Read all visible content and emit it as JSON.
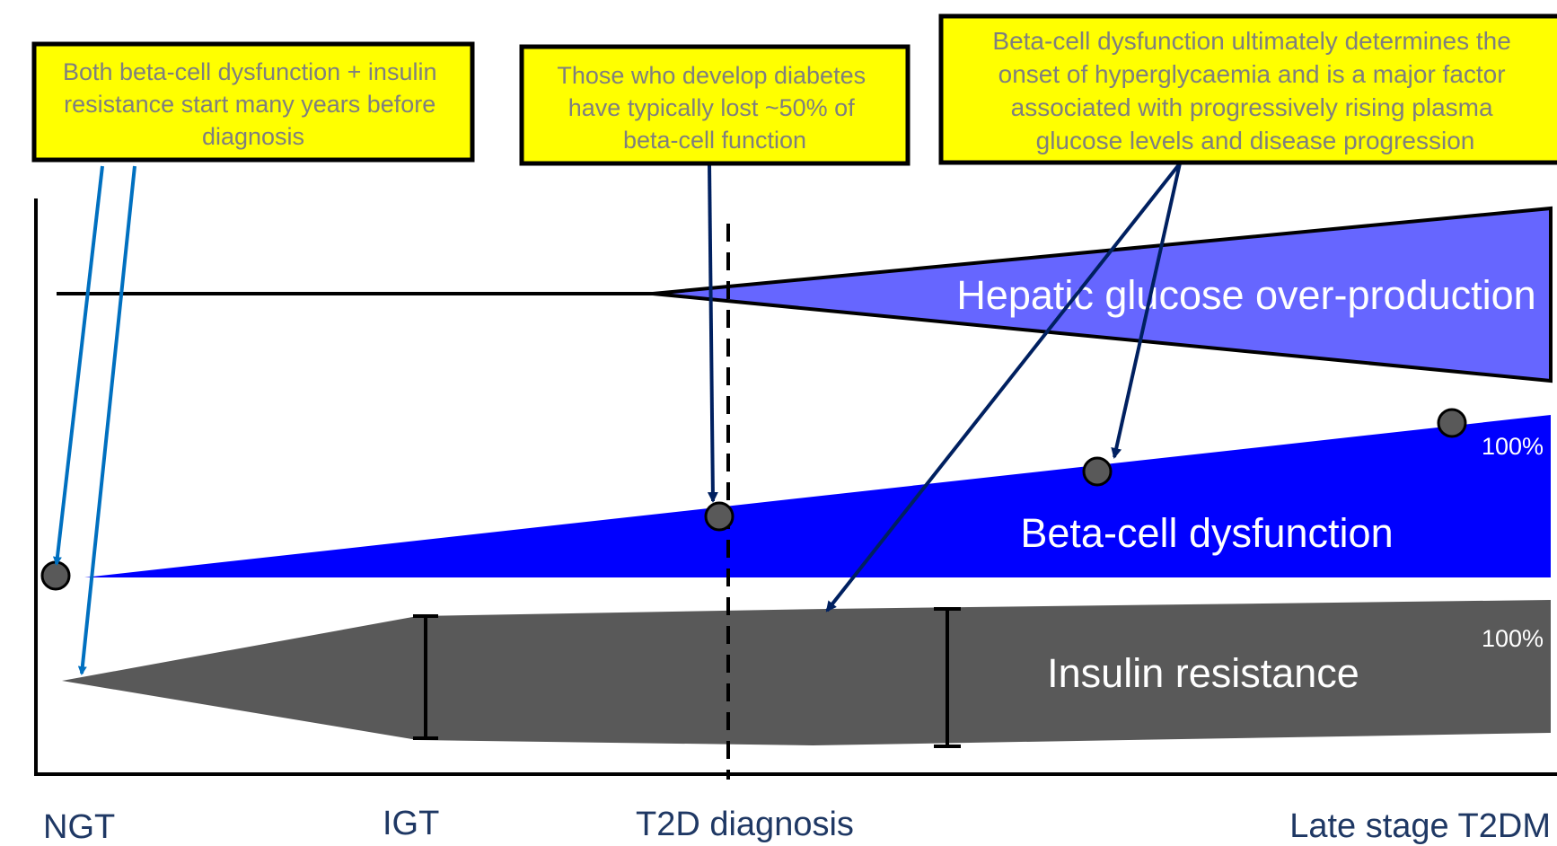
{
  "colors": {
    "callout_fill": "#ffff00",
    "callout_text": "#7f7f7f",
    "hepatic": "#6666ff",
    "beta_cell": "#0000ff",
    "insulin_resistance": "#595959",
    "axis_labels": "#1f3864",
    "arrow_light": "#0070c0",
    "arrow_dark": "#002060"
  },
  "callouts": [
    {
      "lines": [
        "Both beta-cell dysfunction + insulin",
        "resistance start many years before",
        "diagnosis"
      ]
    },
    {
      "lines": [
        "Those who develop diabetes",
        "have typically lost ~50% of",
        "beta-cell function"
      ]
    },
    {
      "lines": [
        "Beta-cell dysfunction ultimately determines the",
        "onset of hyperglycaemia and is a major factor",
        "associated with progressively rising plasma",
        "glucose levels and disease progression"
      ]
    }
  ],
  "bands": {
    "hepatic": "Hepatic glucose over-production",
    "beta_cell": "Beta-cell dysfunction",
    "beta_cell_max": "100%",
    "insulin": "Insulin resistance",
    "insulin_max": "100%"
  },
  "axis": {
    "stages": [
      "NGT",
      "IGT",
      "T2D diagnosis",
      "Late stage T2DM"
    ]
  }
}
